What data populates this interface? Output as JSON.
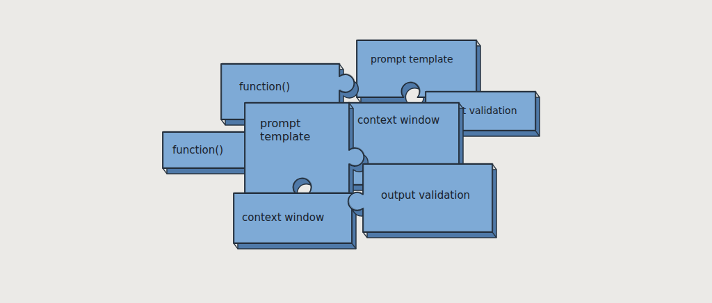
{
  "diagram": {
    "nodes": [
      {
        "text": [
          "function()"
        ]
      },
      {
        "text": [
          "prompt template"
        ]
      },
      {
        "text": [
          "output validation"
        ]
      },
      {
        "text": [
          "function()"
        ]
      },
      {
        "text": [
          "prompt template"
        ]
      },
      {
        "text": [
          "context window"
        ]
      },
      {
        "text": [
          "context window"
        ]
      },
      {
        "text": [
          "output validation"
        ]
      }
    ]
  }
}
